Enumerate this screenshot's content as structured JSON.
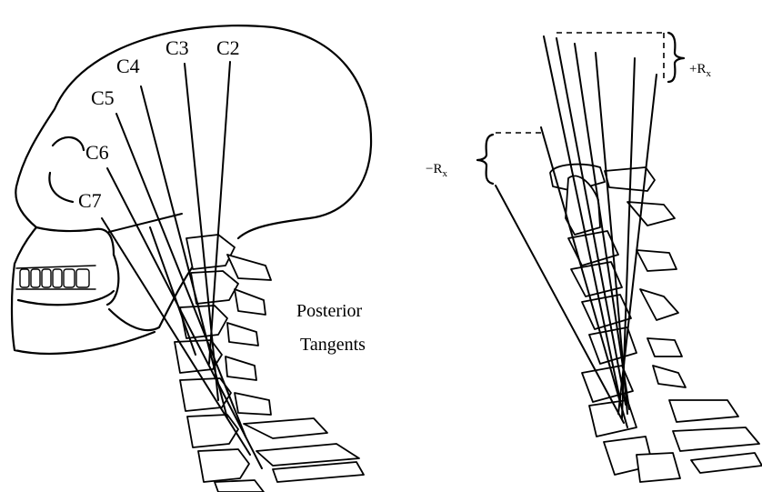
{
  "left_panel": {
    "vertebra_labels": [
      "C2",
      "C3",
      "C4",
      "C5",
      "C6",
      "C7"
    ],
    "annotation_line1": "Posterior",
    "annotation_line2": "Tangents"
  },
  "right_panel": {
    "positive_rotation": {
      "sign": "+R",
      "subscript": "x"
    },
    "negative_rotation": {
      "sign": "−R",
      "subscript": "x"
    }
  },
  "colors": {
    "ink": "#000000",
    "background": "#ffffff"
  }
}
